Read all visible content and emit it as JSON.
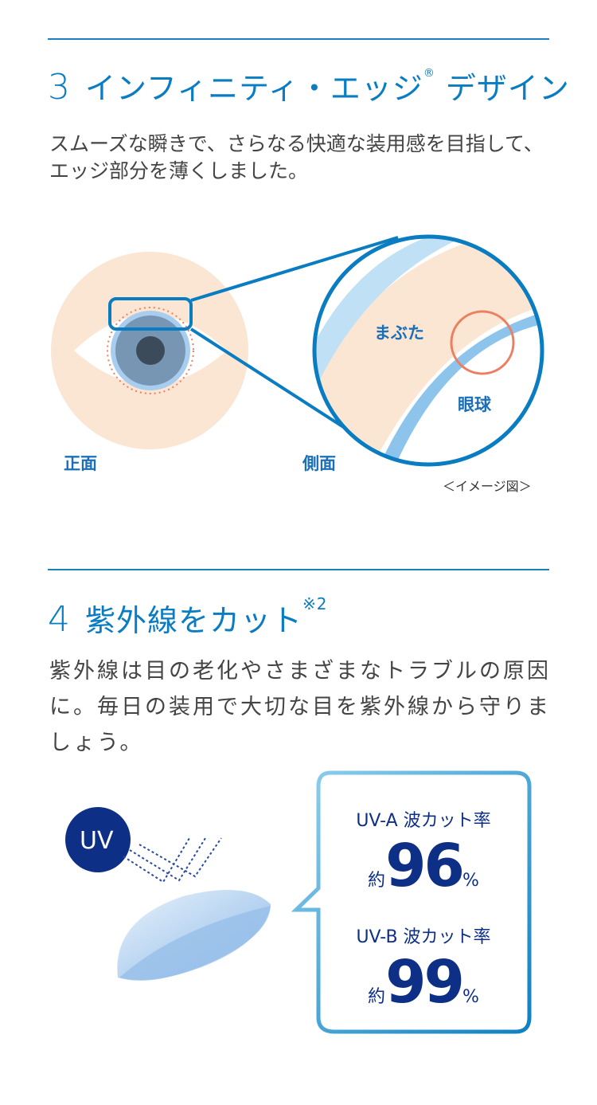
{
  "section3": {
    "number": "3",
    "title": "インフィニティ・エッジ",
    "reg": "®",
    "title2": "デザイン",
    "body_lines": [
      "スムーズな瞬きで、さらなる快適な装用感を目指して、",
      "エッジ部分を薄くしました。"
    ],
    "labels": {
      "front": "正面",
      "side": "側面",
      "eyelid": "まぶた",
      "eyeball": "眼球"
    },
    "note": "＜イメージ図＞"
  },
  "section4": {
    "number": "4",
    "title": "紫外線をカット",
    "footnote": "※2",
    "body_lines": [
      "紫外線は目の老化やさまざまなトラブルの原因",
      "に。毎日の装用で大切な目を紫外線から守りま",
      "しょう。"
    ],
    "uv_badge": "UV",
    "uva": {
      "label": "UV-A 波カット率",
      "prefix": "約",
      "value": "96",
      "unit": "%"
    },
    "uvb": {
      "label": "UV-B 波カット率",
      "prefix": "約",
      "value": "99",
      "unit": "%"
    }
  },
  "colors": {
    "accent": "#0a7cc1",
    "navy": "#0d2f86",
    "skin": "#fbe6d3"
  }
}
